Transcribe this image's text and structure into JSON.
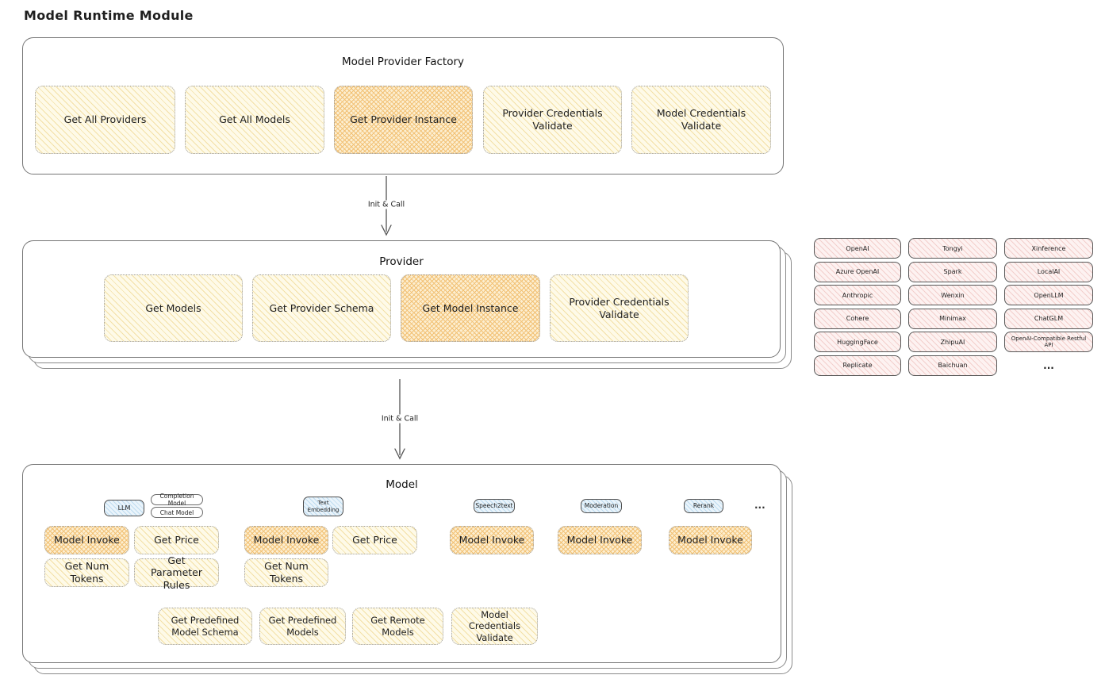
{
  "page_title": "Model Runtime Module",
  "arrow_label": "Init & Call",
  "factory": {
    "title": "Model Provider Factory",
    "buttons": [
      {
        "label": "Get All Providers"
      },
      {
        "label": "Get All Models"
      },
      {
        "label": "Get Provider Instance"
      },
      {
        "label": "Provider Credentials Validate"
      },
      {
        "label": "Model Credentials Validate"
      }
    ]
  },
  "provider": {
    "title": "Provider",
    "buttons": [
      {
        "label": "Get Models"
      },
      {
        "label": "Get Provider Schema"
      },
      {
        "label": "Get Model Instance"
      },
      {
        "label": "Provider Credentials Validate"
      }
    ]
  },
  "provider_grid": {
    "items": [
      "OpenAI",
      "Tongyi",
      "Xinference",
      "Azure OpenAI",
      "Spark",
      "LocalAI",
      "Anthropic",
      "Wenxin",
      "OpenLLM",
      "Cohere",
      "Minimax",
      "ChatGLM",
      "HuggingFace",
      "ZhipuAI",
      "OpenAI-Compatible Restful API",
      "Replicate",
      "Baichuan"
    ],
    "more": "..."
  },
  "model": {
    "title": "Model",
    "types": {
      "llm": "LLM",
      "completion_model": "Completion Model",
      "chat_model": "Chat Model",
      "text_embedding": "Text Embedding",
      "speech2text": "Speech2text",
      "moderation": "Moderation",
      "rerank": "Rerank",
      "more": "..."
    },
    "actions": {
      "model_invoke": "Model Invoke",
      "get_price": "Get Price",
      "get_num_tokens": "Get Num Tokens",
      "get_parameter_rules": "Get Parameter Rules"
    },
    "bottom_buttons": [
      {
        "label": "Get Predefined Model Schema"
      },
      {
        "label": "Get Predefined Models"
      },
      {
        "label": "Get Remote Models"
      },
      {
        "label": "Model Credentials Validate"
      }
    ]
  },
  "colors": {
    "yellow_fill": "#fefae8",
    "yellow_hatch": "#f3e0a6",
    "orange_fill": "#fceed0",
    "orange_hatch": "#f2c175",
    "pink_fill": "#fdf2f1",
    "pink_hatch": "#f3cfcc",
    "blue_fill": "#eaf4fb",
    "blue_hatch": "#bedcf0",
    "box_border": "#757575"
  }
}
